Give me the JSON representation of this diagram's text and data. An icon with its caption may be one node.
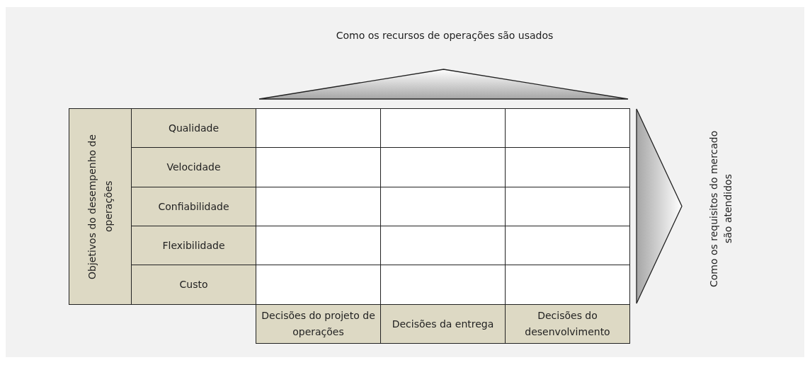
{
  "diagram": {
    "nodes": [
      {
        "text": [
          "Objetivos do desempenho de operações"
        ]
      },
      {
        "text": [
          "Qualidade"
        ]
      },
      {
        "text": [],
        "shape": "box"
      },
      {
        "text": [],
        "shape": "box"
      },
      {
        "text": [],
        "shape": "box"
      },
      {
        "text": [
          "Velocidade"
        ]
      },
      {
        "text": [],
        "shape": "box"
      },
      {
        "text": [],
        "shape": "box"
      },
      {
        "text": [],
        "shape": "box"
      },
      {
        "text": [
          "Confiabilidade"
        ]
      },
      {
        "text": [],
        "shape": "box"
      },
      {
        "text": [],
        "shape": "box"
      },
      {
        "text": [],
        "shape": "box"
      },
      {
        "text": [
          "Flexibilidade"
        ]
      },
      {
        "text": [],
        "shape": "box"
      },
      {
        "text": [],
        "shape": "box"
      },
      {
        "text": [],
        "shape": "box"
      },
      {
        "text": [
          "Custo"
        ]
      },
      {
        "text": [],
        "shape": "box"
      },
      {
        "text": [],
        "shape": "box"
      },
      {
        "text": [],
        "shape": "box"
      },
      {
        "text": [
          "Decisões do projeto de operações"
        ]
      },
      {
        "text": [
          "Decisões da entrega"
        ]
      },
      {
        "text": [
          "Decisões do desenvolvimento"
        ]
      },
      {
        "text": [],
        "shape": "triangle",
        "beside": [
          "Como os recursos de operações são usados"
        ]
      },
      {
        "text": [],
        "shape": "triangle",
        "beside": [
          "Como os requisitos do mercado são atendidos"
        ]
      }
    ],
    "edges": []
  }
}
